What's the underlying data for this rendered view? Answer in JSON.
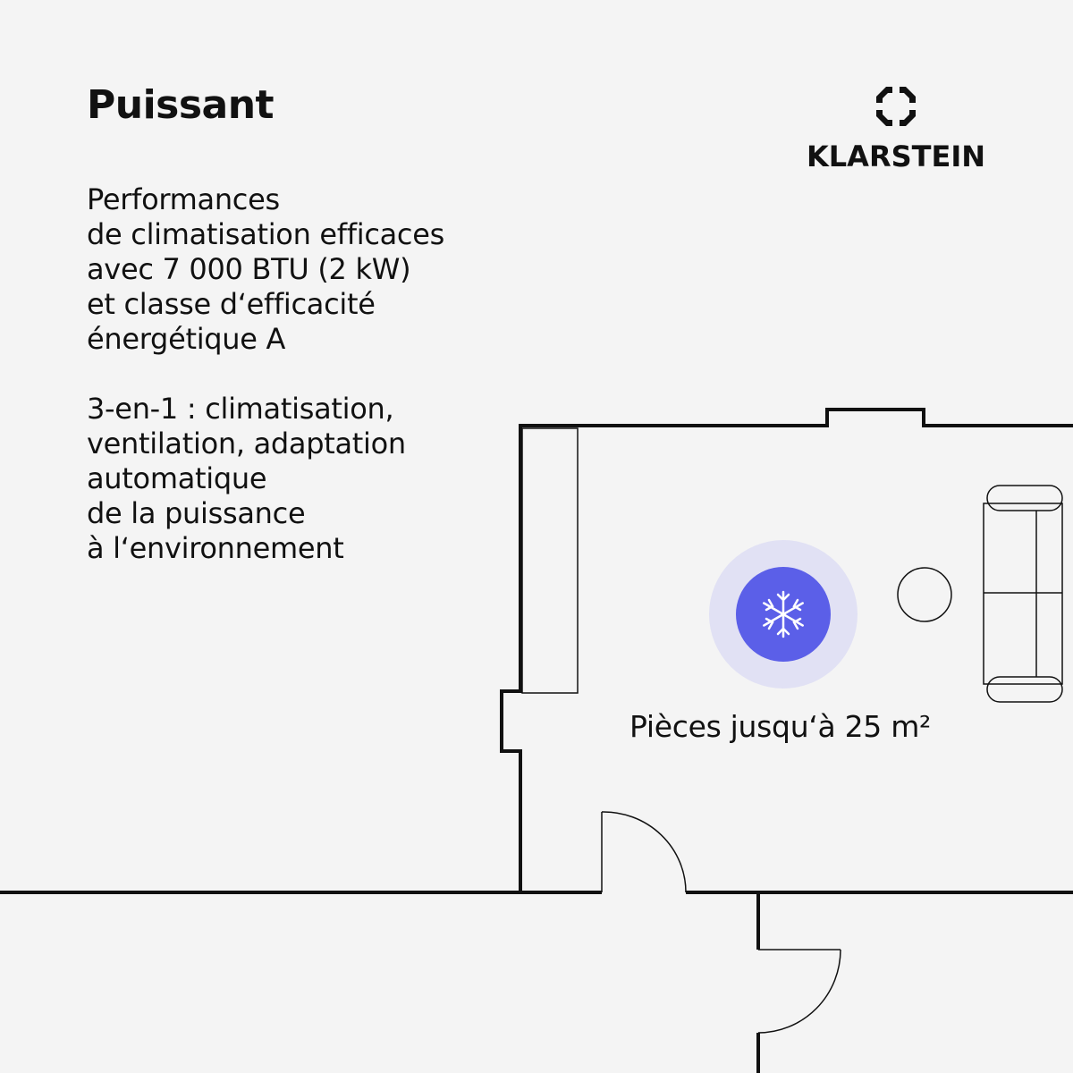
{
  "headline": "Puissant",
  "description": {
    "paragraphs": [
      {
        "lines": [
          "Performances",
          "de climatisation efficaces",
          "avec 7 000 BTU (2 kW)",
          "et classe d‘efficacité",
          "énergétique A"
        ]
      },
      {
        "lines": [
          "3-en-1 : climatisation,",
          "ventilation, adaptation",
          "automatique",
          "de la puissance",
          "à l‘environnement"
        ]
      }
    ]
  },
  "brand": {
    "name": "KLARSTEIN",
    "icon": "klarstein-logo-icon"
  },
  "floor_plan": {
    "room_label": "Pièces jusqu‘à 25 m²",
    "device_icon": "snowflake-icon",
    "colors": {
      "accent": "#5b5fe8",
      "halo": "#e1e1f4",
      "lines": "#111111"
    }
  }
}
